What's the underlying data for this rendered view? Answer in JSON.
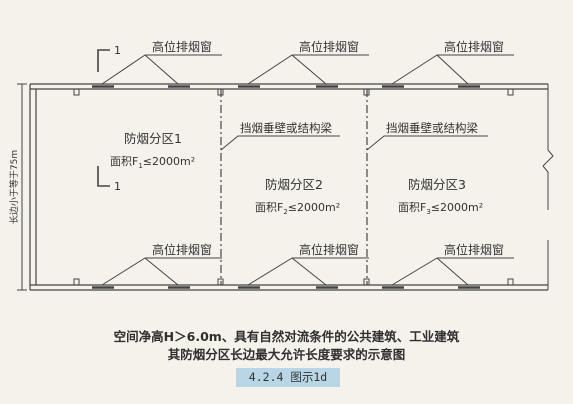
{
  "diagram": {
    "window_label": "高位排烟窗",
    "section_mark": "1",
    "side_label": "长边小于等于75m",
    "barrier_label": "挡烟垂壁或结构梁",
    "zones": [
      {
        "name": "防烟分区1",
        "area_label": "面积F",
        "area_sub": "1",
        "area_value": "≤2000m²"
      },
      {
        "name": "防烟分区2",
        "area_label": "面积F",
        "area_sub": "2",
        "area_value": "≤2000m²"
      },
      {
        "name": "防烟分区3",
        "area_label": "面积F",
        "area_sub": "3",
        "area_value": "≤2000m²"
      }
    ]
  },
  "caption": {
    "line1": "空间净高H＞6.0m、具有自然对流条件的公共建筑、工业建筑",
    "line2": "其防烟分区长边最大允许长度要求的示意图",
    "figure_tag": "4.2.4  图示1d"
  },
  "colors": {
    "background": "#f4f2ea",
    "line": "#444444",
    "tag": "#b9d6e6"
  }
}
